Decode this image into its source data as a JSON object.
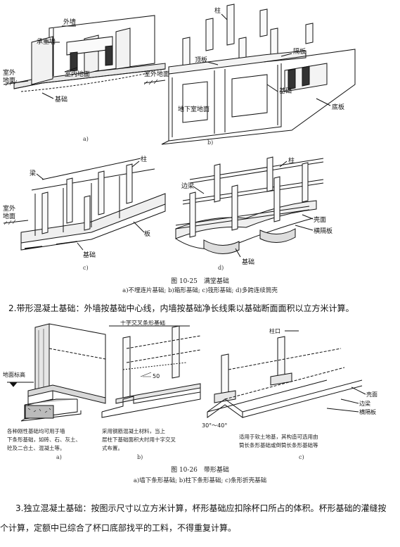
{
  "fig25": {
    "a": {
      "labels": [
        "外墙",
        "承重墙",
        "室外",
        "地面",
        "室内地面",
        "基础"
      ],
      "sub": "a)"
    },
    "b": {
      "labels": [
        "柱",
        "隔板",
        "顶板",
        "室外地面",
        "基础",
        "地下室地面",
        "底板"
      ],
      "sub": "b)"
    },
    "c": {
      "labels": [
        "柱",
        "梁",
        "室外",
        "地面",
        "板",
        "基础"
      ],
      "sub": "c)"
    },
    "d": {
      "labels": [
        "柱",
        "边梁",
        "壳面",
        "横隔板",
        "基础"
      ],
      "sub": "d)"
    },
    "caption": "图 10-25　满堂基础",
    "subcaption": "a)不埋连片基础; b)箱形基础; c)筏形基础; d)多跨连续筒壳"
  },
  "para2": "2.带形混凝土基础：外墙按基础中心线，内墙按基础净长线乘以基础断面面积以立方米计算。",
  "fig26": {
    "a": {
      "labels": [
        "地面标高"
      ],
      "notes": [
        "各种刚性基础均可用于墙",
        "下条形基础，如砖、石、灰土、",
        "砼及二合土、混凝土等。"
      ],
      "sub": "a)"
    },
    "b": {
      "labels": [
        "十字交叉条形基础",
        "50"
      ],
      "notes": [
        "采用钢筋混凝土材料，当上",
        "层柱下基础面积大时用十字交叉",
        "式布置。"
      ],
      "sub": "b)"
    },
    "c": {
      "labels": [
        "柱口",
        "壳面",
        "边梁",
        "横隔板",
        "30°～40°"
      ],
      "notes": [
        "适用于软土地基，其构造可选用由",
        "筒长条形基础或倒筒长条形基础等"
      ],
      "sub": "c)"
    },
    "caption": "图 10-26　带形基础",
    "subcaption": "a)墙下条形基础; b)柱下条形基础; c)条形折壳基础"
  },
  "para3_line1": "3.独立混凝土基础：按图示尺寸以立方米计算，杯形基础应扣除杯口所占的体积。杯形基础的灌缝按",
  "para3_line2": "个计算，定额中已综合了杯口底部找平的工料，不得重复计算。"
}
